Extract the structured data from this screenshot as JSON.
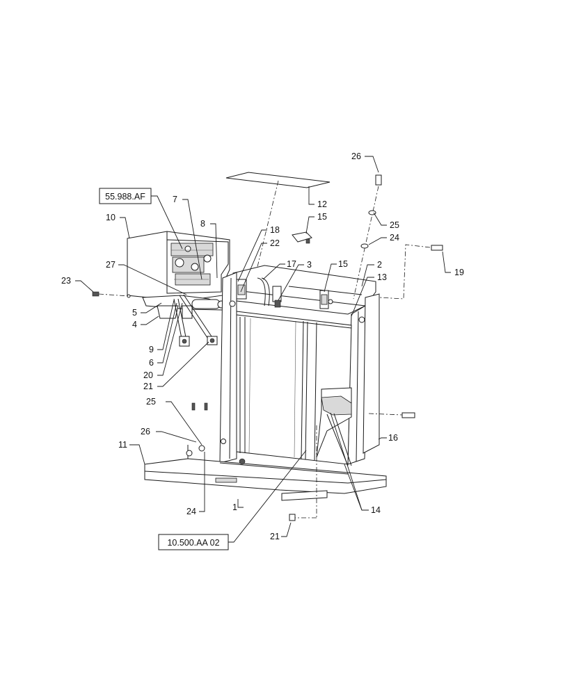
{
  "references": [
    {
      "id": "ref-engine",
      "text": "55.988.AF"
    },
    {
      "id": "ref-cooling",
      "text": "10.500.AA 02"
    }
  ],
  "callouts": [
    {
      "id": "c26a",
      "text": "26"
    },
    {
      "id": "c12",
      "text": "12"
    },
    {
      "id": "c25a",
      "text": "25"
    },
    {
      "id": "c24a",
      "text": "24"
    },
    {
      "id": "c15a",
      "text": "15"
    },
    {
      "id": "c7",
      "text": "7"
    },
    {
      "id": "c10",
      "text": "10"
    },
    {
      "id": "c8",
      "text": "8"
    },
    {
      "id": "c18",
      "text": "18"
    },
    {
      "id": "c22",
      "text": "22"
    },
    {
      "id": "c17",
      "text": "17"
    },
    {
      "id": "c3",
      "text": "3"
    },
    {
      "id": "c15b",
      "text": "15"
    },
    {
      "id": "c2",
      "text": "2"
    },
    {
      "id": "c13",
      "text": "13"
    },
    {
      "id": "c19",
      "text": "19"
    },
    {
      "id": "c27",
      "text": "27"
    },
    {
      "id": "c23",
      "text": "23"
    },
    {
      "id": "c5",
      "text": "5"
    },
    {
      "id": "c4",
      "text": "4"
    },
    {
      "id": "c9",
      "text": "9"
    },
    {
      "id": "c6",
      "text": "6"
    },
    {
      "id": "c20",
      "text": "20"
    },
    {
      "id": "c21a",
      "text": "21"
    },
    {
      "id": "c25b",
      "text": "25"
    },
    {
      "id": "c26b",
      "text": "26"
    },
    {
      "id": "c11",
      "text": "11"
    },
    {
      "id": "c16",
      "text": "16"
    },
    {
      "id": "c1",
      "text": "1"
    },
    {
      "id": "c14",
      "text": "14"
    },
    {
      "id": "c24b",
      "text": "24"
    },
    {
      "id": "c21b",
      "text": "21"
    }
  ]
}
